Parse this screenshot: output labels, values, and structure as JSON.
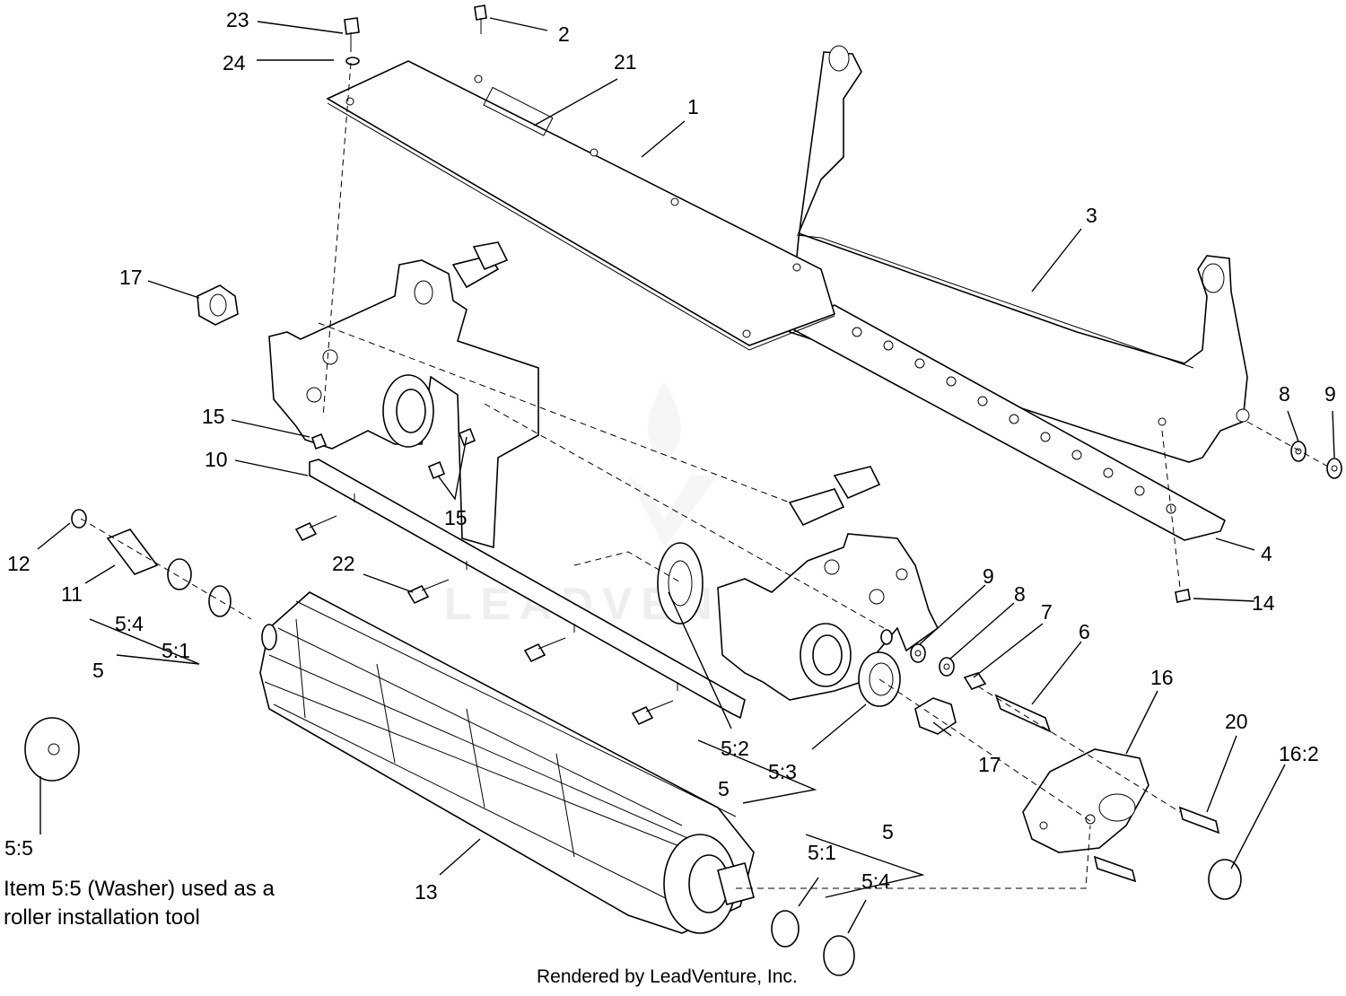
{
  "callouts": [
    {
      "id": "c23",
      "text": "23"
    },
    {
      "id": "c2",
      "text": "2"
    },
    {
      "id": "c24",
      "text": "24"
    },
    {
      "id": "c21",
      "text": "21"
    },
    {
      "id": "c1",
      "text": "1"
    },
    {
      "id": "c3",
      "text": "3"
    },
    {
      "id": "c17a",
      "text": "17"
    },
    {
      "id": "c15a",
      "text": "15"
    },
    {
      "id": "c10",
      "text": "10"
    },
    {
      "id": "c15b",
      "text": "15"
    },
    {
      "id": "c8a",
      "text": "8"
    },
    {
      "id": "c9a",
      "text": "9"
    },
    {
      "id": "c12",
      "text": "12"
    },
    {
      "id": "c11",
      "text": "11"
    },
    {
      "id": "c22",
      "text": "22"
    },
    {
      "id": "c4",
      "text": "4"
    },
    {
      "id": "c14",
      "text": "14"
    },
    {
      "id": "c54a",
      "text": "5:4"
    },
    {
      "id": "c51a",
      "text": "5:1"
    },
    {
      "id": "c5a",
      "text": "5"
    },
    {
      "id": "c9b",
      "text": "9"
    },
    {
      "id": "c8b",
      "text": "8"
    },
    {
      "id": "c7",
      "text": "7"
    },
    {
      "id": "c6",
      "text": "6"
    },
    {
      "id": "c16",
      "text": "16"
    },
    {
      "id": "c20",
      "text": "20"
    },
    {
      "id": "c162",
      "text": "16:2"
    },
    {
      "id": "c52",
      "text": "5:2"
    },
    {
      "id": "c53",
      "text": "5:3"
    },
    {
      "id": "c5b",
      "text": "5"
    },
    {
      "id": "c17b",
      "text": "17"
    },
    {
      "id": "c55",
      "text": "5:5"
    },
    {
      "id": "c13",
      "text": "13"
    },
    {
      "id": "c5c",
      "text": "5"
    },
    {
      "id": "c51b",
      "text": "5:1"
    },
    {
      "id": "c54b",
      "text": "5:4"
    }
  ],
  "note": {
    "line1": "Item 5:5 (Washer) used as a",
    "line2": "roller installation tool"
  },
  "credit": "Rendered by LeadVenture, Inc.",
  "watermark": "LEADVENTURE"
}
